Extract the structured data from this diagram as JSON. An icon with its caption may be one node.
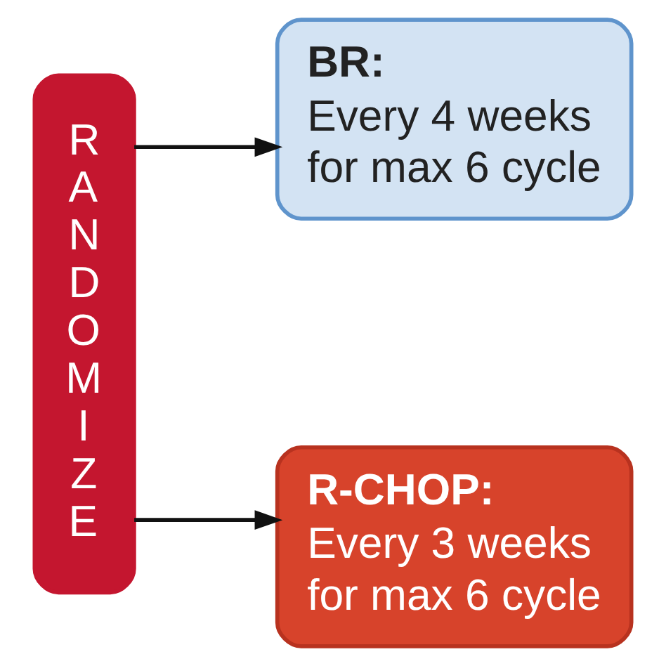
{
  "diagram": {
    "nodes": [
      {
        "text": [
          "RANDOMIZE"
        ]
      },
      {
        "text": [
          "BR:",
          "Every 4 weeks for max 6 cycle"
        ]
      },
      {
        "text": [
          "R-CHOP:",
          "Every 3 weeks for max 6 cycle"
        ]
      }
    ],
    "edges": [
      {
        "from": 0,
        "to": 1,
        "arrow": "to"
      },
      {
        "from": 0,
        "to": 2,
        "arrow": "to"
      }
    ]
  }
}
